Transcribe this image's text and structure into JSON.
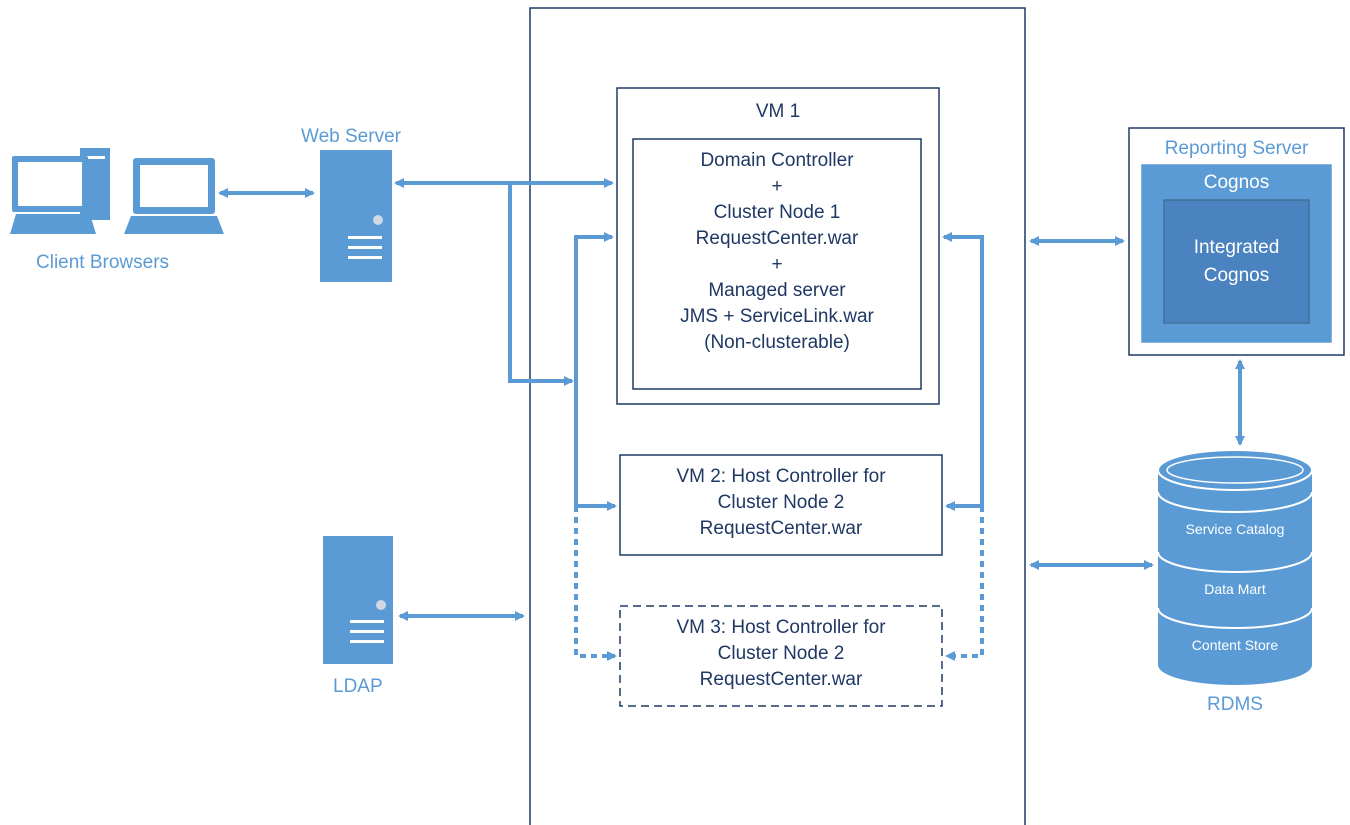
{
  "client": {
    "label": "Client Browsers"
  },
  "web_server": {
    "label": "Web Server"
  },
  "ldap": {
    "label": "LDAP"
  },
  "vm1": {
    "title": "VM 1",
    "lines": [
      "Domain Controller",
      "+",
      "Cluster Node 1",
      "RequestCenter.war",
      "+",
      "Managed server",
      "JMS + ServiceLink.war",
      "(Non-clusterable)"
    ]
  },
  "vm2": {
    "lines": [
      "VM 2: Host Controller for",
      "Cluster Node 2",
      "RequestCenter.war"
    ]
  },
  "vm3": {
    "lines": [
      "VM 3: Host Controller for",
      "Cluster Node 2",
      "RequestCenter.war"
    ]
  },
  "reporting": {
    "title": "Reporting Server",
    "cognos": "Cognos",
    "integrated_line1": "Integrated",
    "integrated_line2": "Cognos"
  },
  "rdms": {
    "label": "RDMS",
    "sections": [
      "Service Catalog",
      "Data Mart",
      "Content Store"
    ]
  },
  "colors": {
    "accent": "#5b9bd5",
    "dark_box": "#41719c",
    "text_dark": "#1f3864",
    "integrated_fill": "#4a83bf"
  }
}
